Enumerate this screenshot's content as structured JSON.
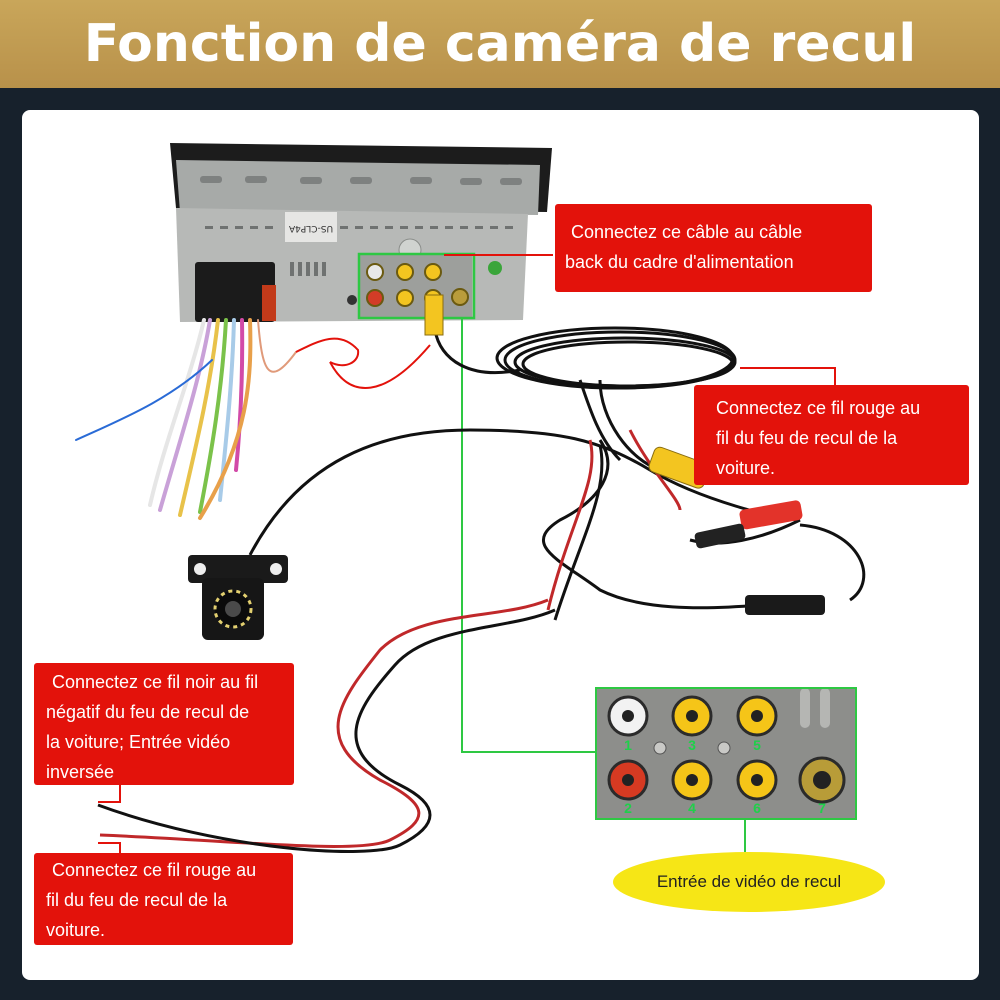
{
  "title": "Fonction de caméra de recul",
  "notes": {
    "power_cable": [
      "Connectez ce câble au câble",
      "back du cadre d'alimentation"
    ],
    "red_wire_top": [
      "Connectez ce fil rouge au",
      "fil du feu de recul de la",
      "voiture."
    ],
    "black_wire": [
      "Connectez ce fil noir au fil",
      "négatif du feu de recul de",
      "la voiture;  Entrée vidéo",
      "inversée"
    ],
    "red_wire_bottom": [
      "Connectez ce fil rouge au",
      "fil du feu de recul de la",
      "voiture."
    ]
  },
  "video_input_label": "Entrée de vidéo de recul",
  "radio_label": "US-CLP4A",
  "port_numbers": [
    "1",
    "2",
    "3",
    "4",
    "5",
    "6",
    "7"
  ],
  "colors": {
    "banner": "#c09a50",
    "note_red": "#e3120b",
    "highlight_green": "#2ec843",
    "oval_yellow": "#f6e616",
    "background": "#17212c"
  }
}
